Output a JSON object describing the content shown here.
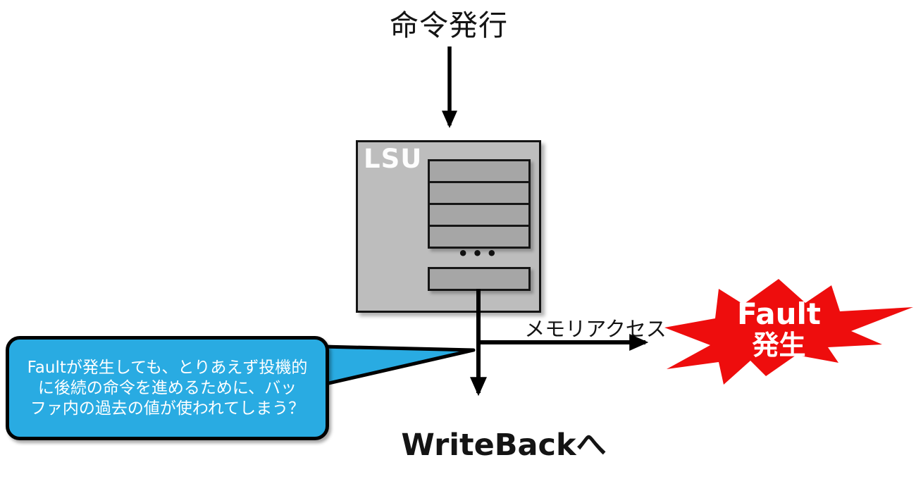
{
  "diagram": {
    "title": "命令発行",
    "lsu": {
      "label": "LSU",
      "dots": "•••"
    },
    "memory_access_label": "メモリアクセス",
    "writeback_label": "WriteBackへ",
    "fault_star": {
      "line1": "Fault",
      "line2": "発生"
    },
    "callout": {
      "lines": [
        "Faultが発生しても、とりあえず投機的",
        "に後続の命令を進めるために、バッ",
        "ファ内の過去の値が使われてしまう？"
      ]
    },
    "colors": {
      "fault_red": "#ee0d0d",
      "callout_blue": "#29abe2",
      "lsu_box_gray": "#bdbdbd",
      "lsu_row_gray": "#a6a6a6"
    }
  }
}
